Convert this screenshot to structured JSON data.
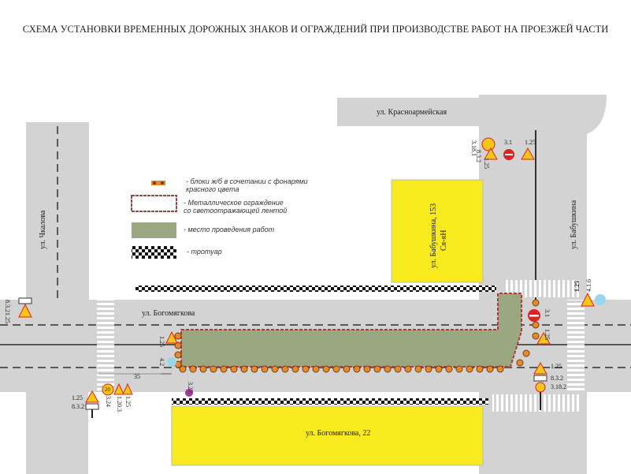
{
  "title": "СХЕМА УСТАНОВКИ ВРЕМЕННЫХ ДОРОЖНЫХ ЗНАКОВ И ОГРАЖДЕНИЙ ПРИ ПРОИЗВОДСТВЕ РАБОТ НА ПРОЕЗЖЕЙ ЧАСТИ",
  "streets": {
    "krasnoarmeyskaya": "ул. Красноармейская",
    "chkalova": "ул. Чкалова",
    "babushkina": "ул. Бабушкина",
    "bogomyagkova": "ул. Богомягкова"
  },
  "buildings": {
    "b153_line1": "ул. Бабушкина, 153",
    "b153_line2": "Ся-яН",
    "b22": "ул. Богомягкова, 22"
  },
  "legend": [
    {
      "icon": "concrete-block-lamp",
      "text_line1": "- блоки ж/б в сочетании с фонарями",
      "text_line2": "красного цвета"
    },
    {
      "icon": "metal-fence",
      "text_line1": "- Металлическое ограждение",
      "text_line2": "со светоотражающей лентой"
    },
    {
      "icon": "work-area",
      "text_line1": "- место проведения работ"
    },
    {
      "icon": "sidewalk",
      "text_line1": "- тротуар"
    }
  ],
  "sign_labels": {
    "top_3_1": "3.1",
    "top_1_25a": "1.25",
    "top_8_3_2": "8.3.2",
    "top_1_25b": "1.25",
    "top_3_18_1": "3.18.1",
    "right_3_1": "3.1",
    "right_1_25": "1.25",
    "right_1_25_top": "1.25",
    "right_4_1_6": "4.1.6",
    "right_bottom_1_25": "1.25",
    "right_bottom_8_3_2": "8.3.2",
    "right_bottom_3_18_2": "3.18.2",
    "left_1_25": "1.25",
    "left_8_3_2": "8.3.2",
    "bl_1_25": "1.25",
    "bl_8_3_2": "8.3.2",
    "bl_3_24": "3.24",
    "bl_1_20_3": "1.20.3",
    "bl_1_25b": "1.25",
    "speed": "20",
    "mid_1_25": "1.25",
    "mid_4_2": "4.2",
    "mid_3_27": "3.27",
    "distance": "35"
  },
  "colors": {
    "road": "#d3d3d3",
    "work": "#9aa882",
    "building": "#f7ea1e",
    "fence": "#b03a3a",
    "block": "#e58a2a"
  }
}
